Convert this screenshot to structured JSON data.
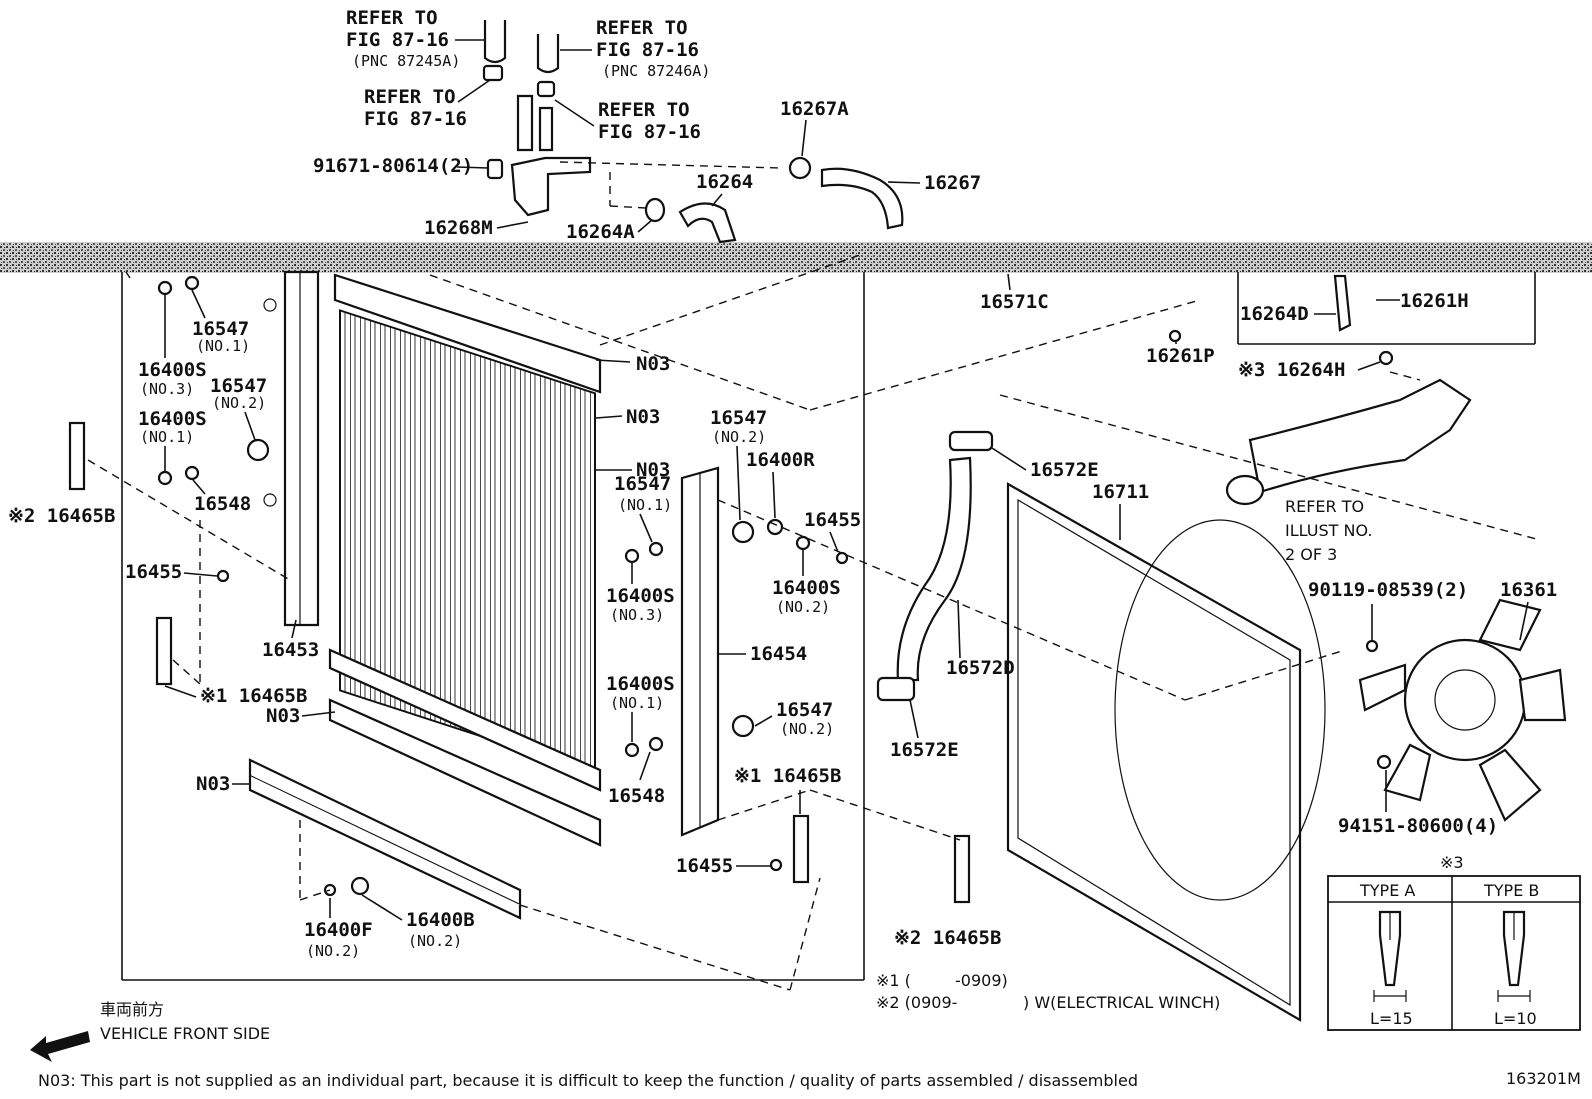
{
  "refer_labels": [
    {
      "line1": "REFER TO",
      "line2": "FIG 87-16",
      "line3": "(PNC 87245A)"
    },
    {
      "line1": "REFER TO",
      "line2": "FIG 87-16",
      "line3": "(PNC 87246A)"
    },
    {
      "line1": "REFER TO",
      "line2": "FIG 87-16",
      "line3": ""
    },
    {
      "line1": "REFER TO",
      "line2": "FIG 87-16",
      "line3": ""
    },
    {
      "line1": "REFER TO",
      "line2": "ILLUST NO.",
      "line3": "2 OF 3"
    }
  ],
  "parts": [
    {
      "text": "16267A",
      "sub": ""
    },
    {
      "text": "91671-80614(2)",
      "sub": ""
    },
    {
      "text": "16264",
      "sub": ""
    },
    {
      "text": "16267",
      "sub": ""
    },
    {
      "text": "16268M",
      "sub": ""
    },
    {
      "text": "16264A",
      "sub": ""
    },
    {
      "text": "16571C",
      "sub": ""
    },
    {
      "text": "16261H",
      "sub": ""
    },
    {
      "text": "16264D",
      "sub": ""
    },
    {
      "text": "16261P",
      "sub": ""
    },
    {
      "text": "※3 16264H",
      "sub": ""
    },
    {
      "text": "16547",
      "sub": "(NO.1)"
    },
    {
      "text": "16400S",
      "sub": "(NO.3)"
    },
    {
      "text": "16547",
      "sub": "(NO.2)"
    },
    {
      "text": "16400S",
      "sub": "(NO.1)"
    },
    {
      "text": "16548",
      "sub": ""
    },
    {
      "text": "※2 16465B",
      "sub": ""
    },
    {
      "text": "16455",
      "sub": ""
    },
    {
      "text": "16453",
      "sub": ""
    },
    {
      "text": "※1 16465B",
      "sub": ""
    },
    {
      "text": "N03",
      "sub": ""
    },
    {
      "text": "N03",
      "sub": ""
    },
    {
      "text": "N03",
      "sub": ""
    },
    {
      "text": "N03",
      "sub": ""
    },
    {
      "text": "N03",
      "sub": ""
    },
    {
      "text": "16547",
      "sub": "(NO.2)"
    },
    {
      "text": "16400R",
      "sub": ""
    },
    {
      "text": "16547",
      "sub": "(NO.1)"
    },
    {
      "text": "16455",
      "sub": ""
    },
    {
      "text": "16400S",
      "sub": "(NO.3)"
    },
    {
      "text": "16400S",
      "sub": "(NO.2)"
    },
    {
      "text": "16454",
      "sub": ""
    },
    {
      "text": "16400S",
      "sub": "(NO.1)"
    },
    {
      "text": "16547",
      "sub": "(NO.2)"
    },
    {
      "text": "16548",
      "sub": ""
    },
    {
      "text": "※1 16465B",
      "sub": ""
    },
    {
      "text": "16455",
      "sub": ""
    },
    {
      "text": "16400F",
      "sub": "(NO.2)"
    },
    {
      "text": "16400B",
      "sub": "(NO.2)"
    },
    {
      "text": "16572E",
      "sub": ""
    },
    {
      "text": "16711",
      "sub": ""
    },
    {
      "text": "16572D",
      "sub": ""
    },
    {
      "text": "16572E",
      "sub": ""
    },
    {
      "text": "※2 16465B",
      "sub": ""
    },
    {
      "text": "90119-08539(2)",
      "sub": ""
    },
    {
      "text": "16361",
      "sub": ""
    },
    {
      "text": "94151-80600(4)",
      "sub": ""
    }
  ],
  "notes": {
    "note1_mark": "※1 (",
    "note1_value": "-0909)",
    "note2_mark": "※2 (0909-",
    "note2_value": ") W(ELECTRICAL WINCH)",
    "front_jp": "車両前方",
    "front_en": "VEHICLE FRONT SIDE",
    "footer": "N03: This part is not supplied as an individual part, because it is difficult to keep the function / quality of parts assembled / disassembled",
    "figure_code": "163201M"
  },
  "type_table": {
    "mark": "※3",
    "type_a": "TYPE A",
    "type_b": "TYPE B",
    "length_a": "L=15",
    "length_b": "L=10"
  }
}
